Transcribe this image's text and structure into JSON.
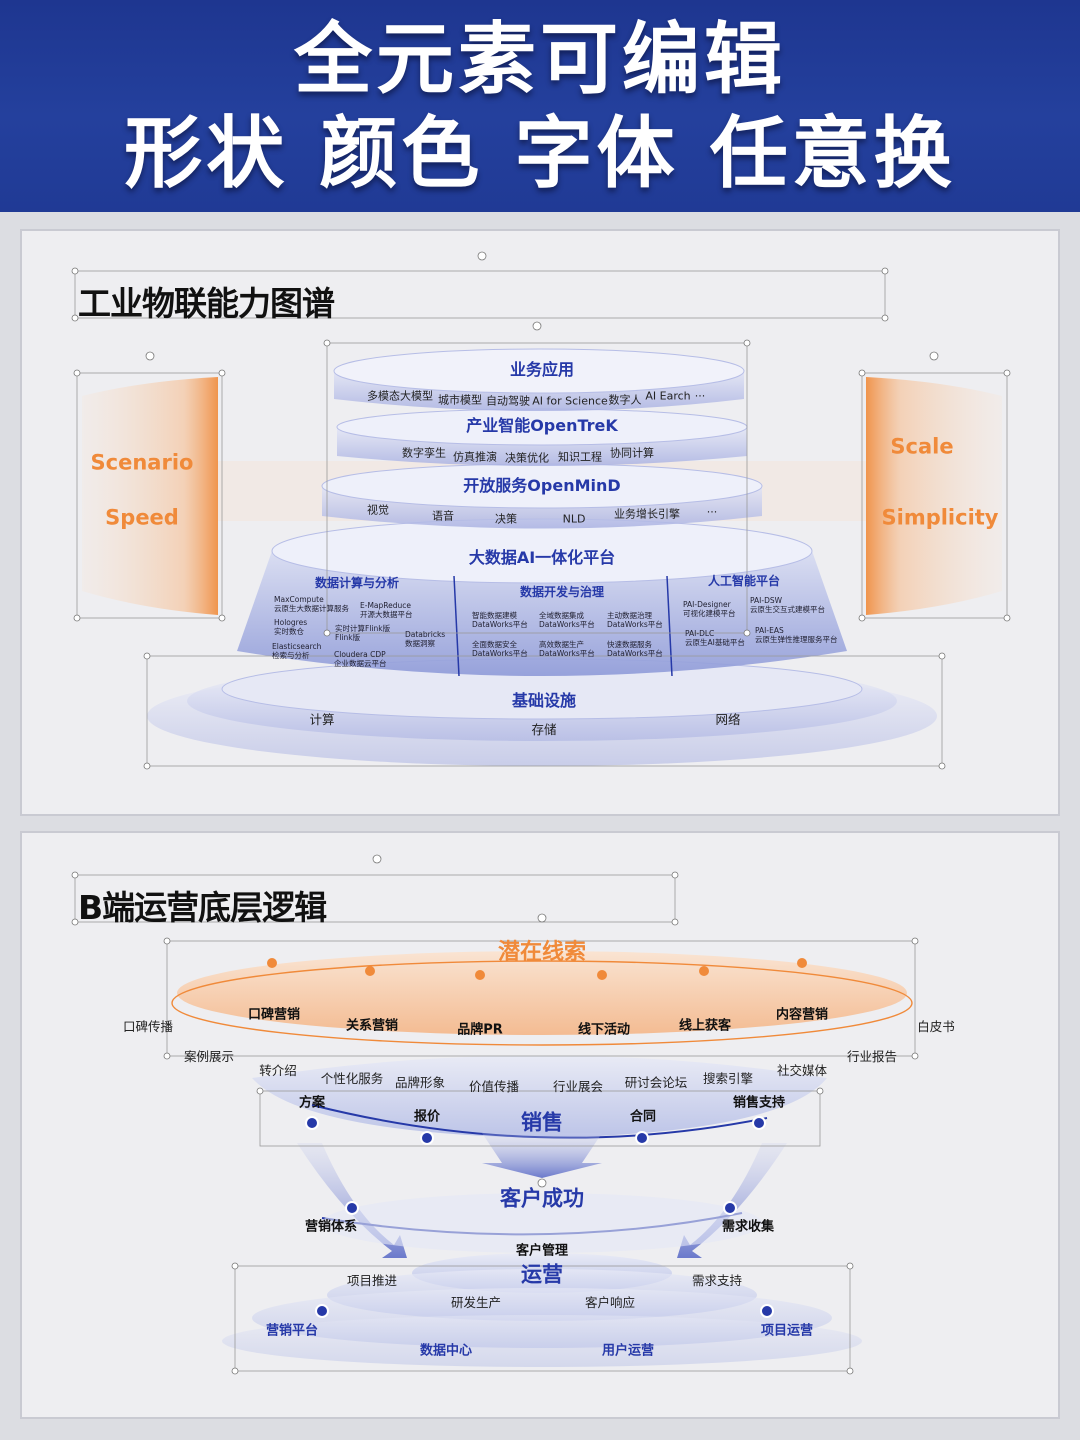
{
  "banner": {
    "line1": "全元素可编辑",
    "line2": "形状 颜色 字体 任意换"
  },
  "colors": {
    "banner": "#22399a",
    "accent_blue": "#2639a8",
    "accent_orange": "#f08a3a",
    "panel": "#eeeef1"
  },
  "panel1": {
    "title": "工业物联能力图谱",
    "left_labels": [
      "Scenario",
      "Speed"
    ],
    "right_labels": [
      "Scale",
      "Simplicity"
    ],
    "tier1": {
      "title": "业务应用",
      "items": [
        "多模态大模型",
        "城市模型",
        "自动驾驶",
        "AI for Science",
        "数字人",
        "AI Earch",
        "..."
      ]
    },
    "tier2": {
      "title": "产业智能OpenTreK",
      "items": [
        "数字孪生",
        "仿真推演",
        "决策优化",
        "知识工程",
        "协同计算"
      ]
    },
    "tier3": {
      "title": "开放服务OpenMinD",
      "items": [
        "视觉",
        "语音",
        "决策",
        "NLD",
        "业务增长引擎",
        "..."
      ]
    },
    "tier4": {
      "title": "大数据AI一体化平台",
      "sections": [
        {
          "title": "数据计算与分析",
          "items": [
            "MaxCompute\n云原生大数据计算服务",
            "E-MapReduce\n开源大数据平台",
            "Hologres\n实时数仓",
            "实时计算Flink版\nFlink版",
            "Databricks\n数据洞察",
            "Elasticsearch\n检索与分析",
            "Cloudera CDP\n企业数据云平台"
          ]
        },
        {
          "title": "数据开发与治理",
          "items": [
            "智能数据建模\nDataWorks平台",
            "全域数据集成\nDataWorks平台",
            "主动数据治理\nDataWorks平台",
            "全面数据安全\nDataWorks平台",
            "高效数据生产\nDataWorks平台",
            "快速数据服务\nDataWorks平台"
          ]
        },
        {
          "title": "人工智能平台",
          "items": [
            "PAI-Designer\n可视化建模平台",
            "PAI-DSW\n云原生交互式建模平台",
            "PAI-DLC\n云原生AI基础平台",
            "PAI-EAS\n云原生弹性推理服务平台"
          ]
        }
      ]
    },
    "tier5": {
      "title": "基础设施",
      "items": [
        "计算",
        "存储",
        "网络"
      ]
    }
  },
  "panel2": {
    "title": "B端运营底层逻辑",
    "top_title": "潜在线索",
    "ring_items": [
      "口碑营销",
      "关系营销",
      "品牌PR",
      "线下活动",
      "线上获客",
      "内容营销"
    ],
    "outer_left": [
      "口碑传播",
      "案例展示"
    ],
    "outer_right": [
      "白皮书",
      "行业报告"
    ],
    "row_items": [
      "转介绍",
      "个性化服务",
      "品牌形象",
      "价值传播",
      "行业展会",
      "研讨会论坛",
      "搜索引擎",
      "社交媒体"
    ],
    "sales": {
      "title": "销售",
      "items": [
        "方案",
        "报价",
        "合同",
        "销售支持"
      ]
    },
    "success": {
      "title": "客户成功",
      "items": [
        "营销体系",
        "需求收集",
        "客户管理"
      ]
    },
    "ops": {
      "title": "运营",
      "items": [
        "项目推进",
        "需求支持",
        "研发生产",
        "客户响应",
        "营销平台",
        "项目运营",
        "数据中心",
        "用户运营"
      ]
    }
  }
}
